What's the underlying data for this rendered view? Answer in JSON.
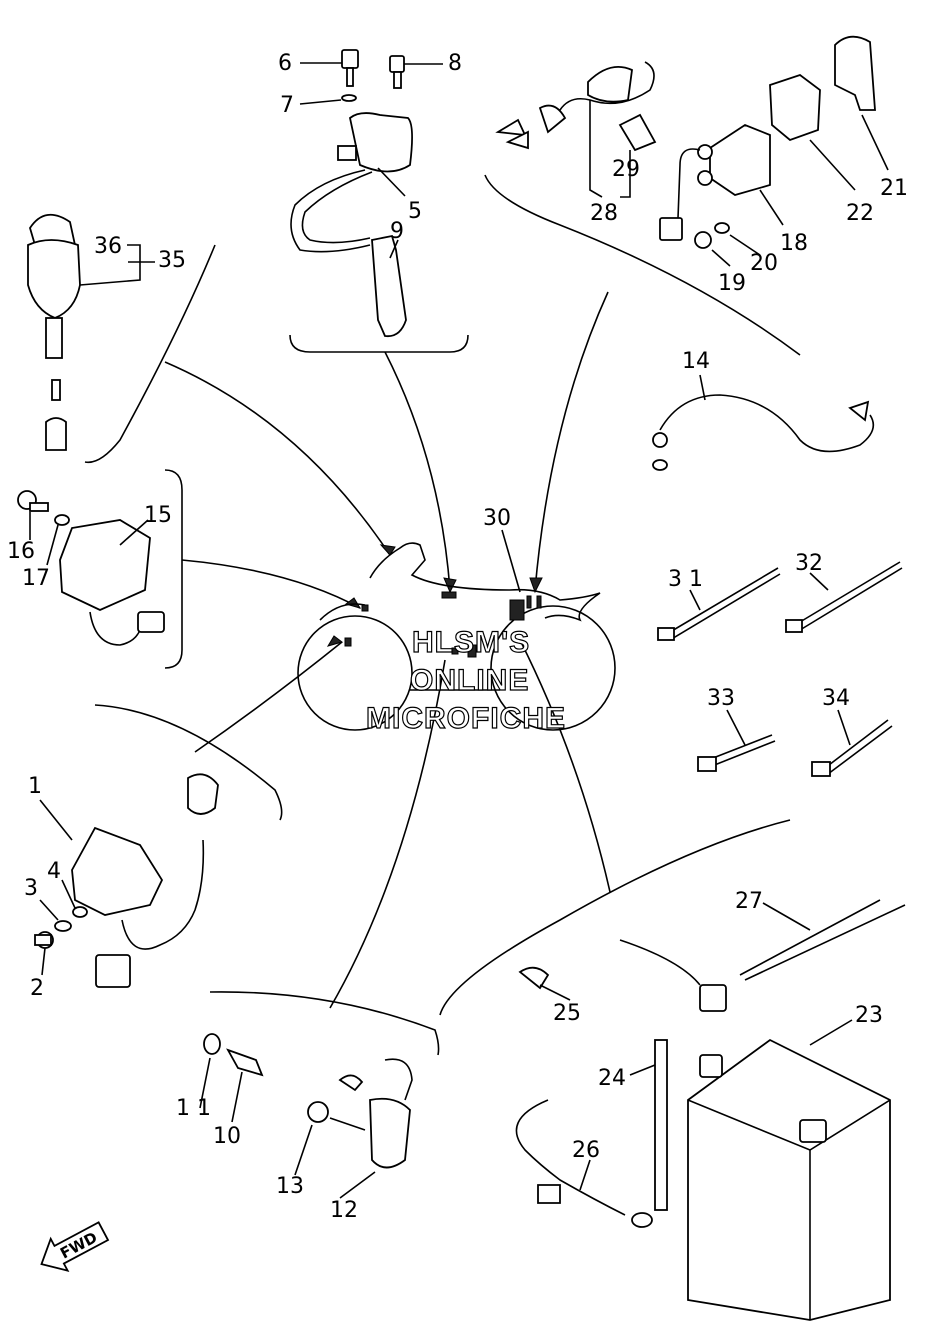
{
  "callouts": [
    {
      "id": "c1",
      "text": "1"
    },
    {
      "id": "c2",
      "text": "2"
    },
    {
      "id": "c3",
      "text": "3"
    },
    {
      "id": "c4",
      "text": "4"
    },
    {
      "id": "c5",
      "text": "5"
    },
    {
      "id": "c6",
      "text": "6"
    },
    {
      "id": "c7",
      "text": "7"
    },
    {
      "id": "c8",
      "text": "8"
    },
    {
      "id": "c9",
      "text": "9"
    },
    {
      "id": "c10",
      "text": "10"
    },
    {
      "id": "c11",
      "text": "1 1"
    },
    {
      "id": "c12",
      "text": "12"
    },
    {
      "id": "c13",
      "text": "13"
    },
    {
      "id": "c14",
      "text": "14"
    },
    {
      "id": "c15",
      "text": "15"
    },
    {
      "id": "c16",
      "text": "16"
    },
    {
      "id": "c17",
      "text": "17"
    },
    {
      "id": "c18",
      "text": "18"
    },
    {
      "id": "c19",
      "text": "19"
    },
    {
      "id": "c20",
      "text": "20"
    },
    {
      "id": "c21",
      "text": "21"
    },
    {
      "id": "c22",
      "text": "22"
    },
    {
      "id": "c23",
      "text": "23"
    },
    {
      "id": "c24",
      "text": "24"
    },
    {
      "id": "c25",
      "text": "25"
    },
    {
      "id": "c26",
      "text": "26"
    },
    {
      "id": "c27",
      "text": "27"
    },
    {
      "id": "c28",
      "text": "28"
    },
    {
      "id": "c29",
      "text": "29"
    },
    {
      "id": "c30",
      "text": "30"
    },
    {
      "id": "c31",
      "text": "3 1"
    },
    {
      "id": "c32",
      "text": "32"
    },
    {
      "id": "c33",
      "text": "33"
    },
    {
      "id": "c34",
      "text": "34"
    },
    {
      "id": "c35",
      "text": "35"
    },
    {
      "id": "c36",
      "text": "36"
    }
  ],
  "watermark": {
    "line1": "HLSM'S",
    "line2": "ONLINE",
    "line3": "MICROFICHE"
  },
  "direction_badge": {
    "label": "FWD"
  }
}
